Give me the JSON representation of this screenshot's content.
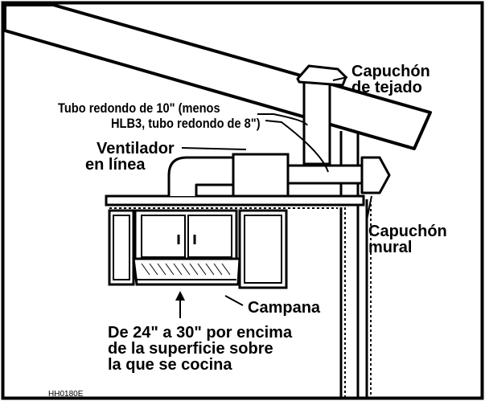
{
  "diagram": {
    "labels": {
      "roof_cap": [
        "Capuchón",
        "de tejado"
      ],
      "round_duct": [
        "Tubo redondo de 10\" (menos",
        "HLB3, tubo redondo de 8\")"
      ],
      "inline_fan": [
        "Ventilador",
        "en línea"
      ],
      "wall_cap": [
        "Capuchón",
        "mural"
      ],
      "hood": "Campana",
      "height_note": [
        "De 24\" a 30\" por encima",
        "de la superficie sobre",
        "la que se cocina"
      ],
      "figure_code": "HH0180E"
    }
  }
}
